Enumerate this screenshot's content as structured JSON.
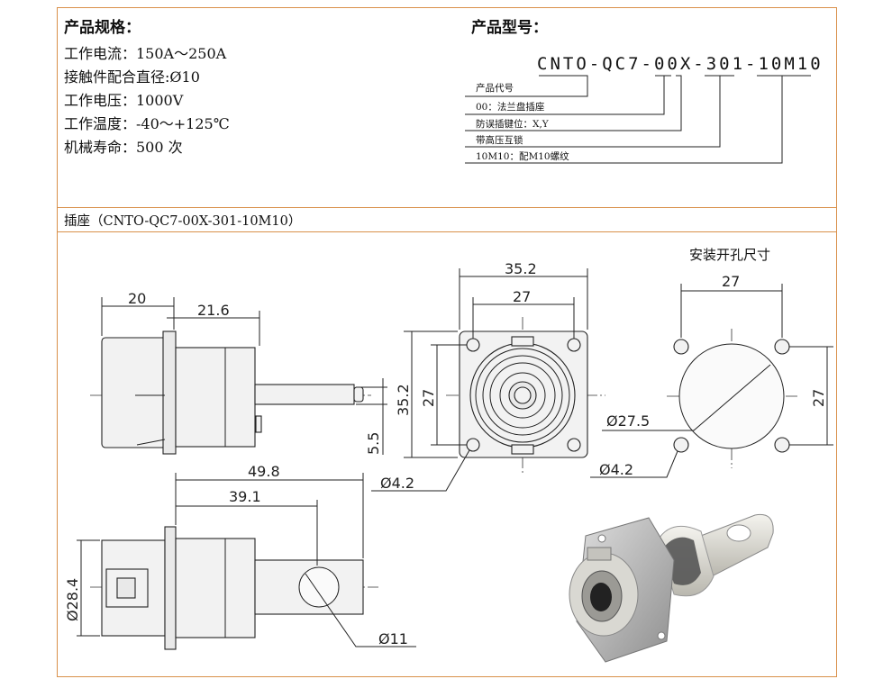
{
  "specs": {
    "title": "产品规格：",
    "lines": [
      "工作电流：150A～250A",
      "接触件配合直径:Ø10",
      "工作电压：1000V",
      "工作温度：-40～+125℃",
      "机械寿命：500 次"
    ]
  },
  "model": {
    "title": "产品型号：",
    "code": "CNTO-QC7-00X-301-10M10",
    "legend": [
      "产品代号",
      "00：法兰盘插座",
      "防误插键位：X,Y",
      "带高压互锁",
      "10M10：配M10螺纹"
    ]
  },
  "section_label": "插座（CNTO-QC7-00X-301-10M10）",
  "drawing": {
    "mount_title": "安装开孔尺寸",
    "dims": {
      "d20": "20",
      "d21_6": "21.6",
      "d35_2_top": "35.2",
      "d27_top": "27",
      "d27_mount": "27",
      "d35_2_side": "35.2",
      "d27_side": "27",
      "d5_5": "5.5",
      "d4_2_a": "Ø4.2",
      "d27_5": "Ø27.5",
      "d4_2_b": "Ø4.2",
      "d27_right": "27",
      "d49_8": "49.8",
      "d39_1": "39.1",
      "d28_4": "Ø28.4",
      "d11": "Ø11"
    }
  }
}
